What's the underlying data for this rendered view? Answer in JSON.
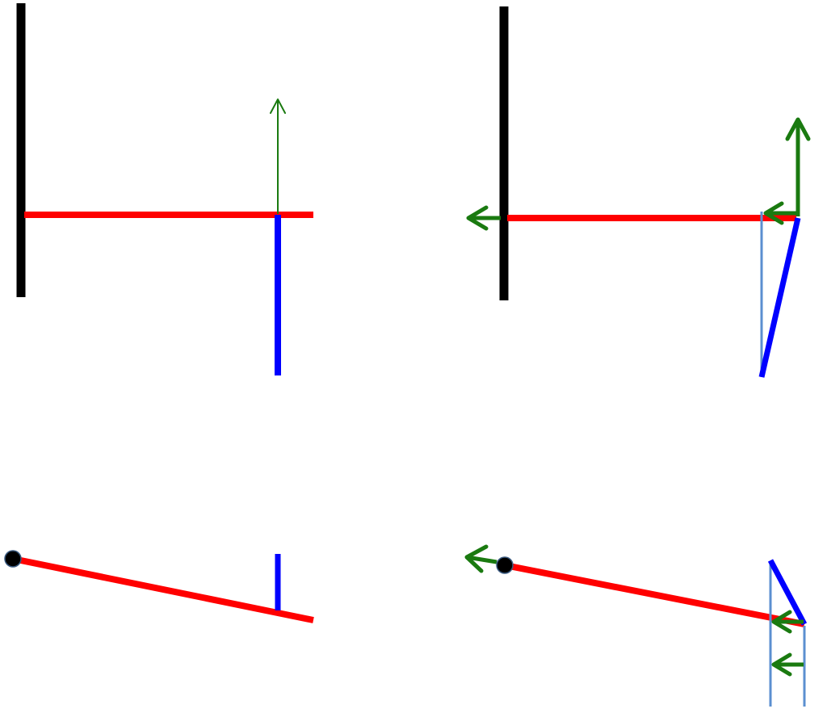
{
  "diagram": {
    "panels": [
      {
        "id": "top-left",
        "elements": [
          "wall",
          "red-bar",
          "blue-rod",
          "thin-green-arrow-up"
        ]
      },
      {
        "id": "top-right",
        "elements": [
          "wall",
          "red-bar",
          "tilted-blue-rod",
          "guide-line",
          "green-arrow-up",
          "green-arrow-left-tip",
          "green-arrow-left-wall"
        ]
      },
      {
        "id": "bottom-left",
        "elements": [
          "pivot",
          "sloped-red-bar",
          "blue-rod"
        ]
      },
      {
        "id": "bottom-right",
        "elements": [
          "pivot",
          "sloped-red-bar",
          "tilted-blue-rod",
          "guide-lines",
          "green-arrow-left-pivot",
          "green-arrows-left-tip"
        ]
      }
    ],
    "colors": {
      "wall": "#000000",
      "bar": "#ff0000",
      "rod": "#0000ff",
      "arrow": "#1a7a10",
      "guide": "#5b8fd0",
      "pivot": "#000000"
    },
    "icons": {
      "arrow": "open-chevron-arrow",
      "pivot": "filled-circle"
    }
  }
}
